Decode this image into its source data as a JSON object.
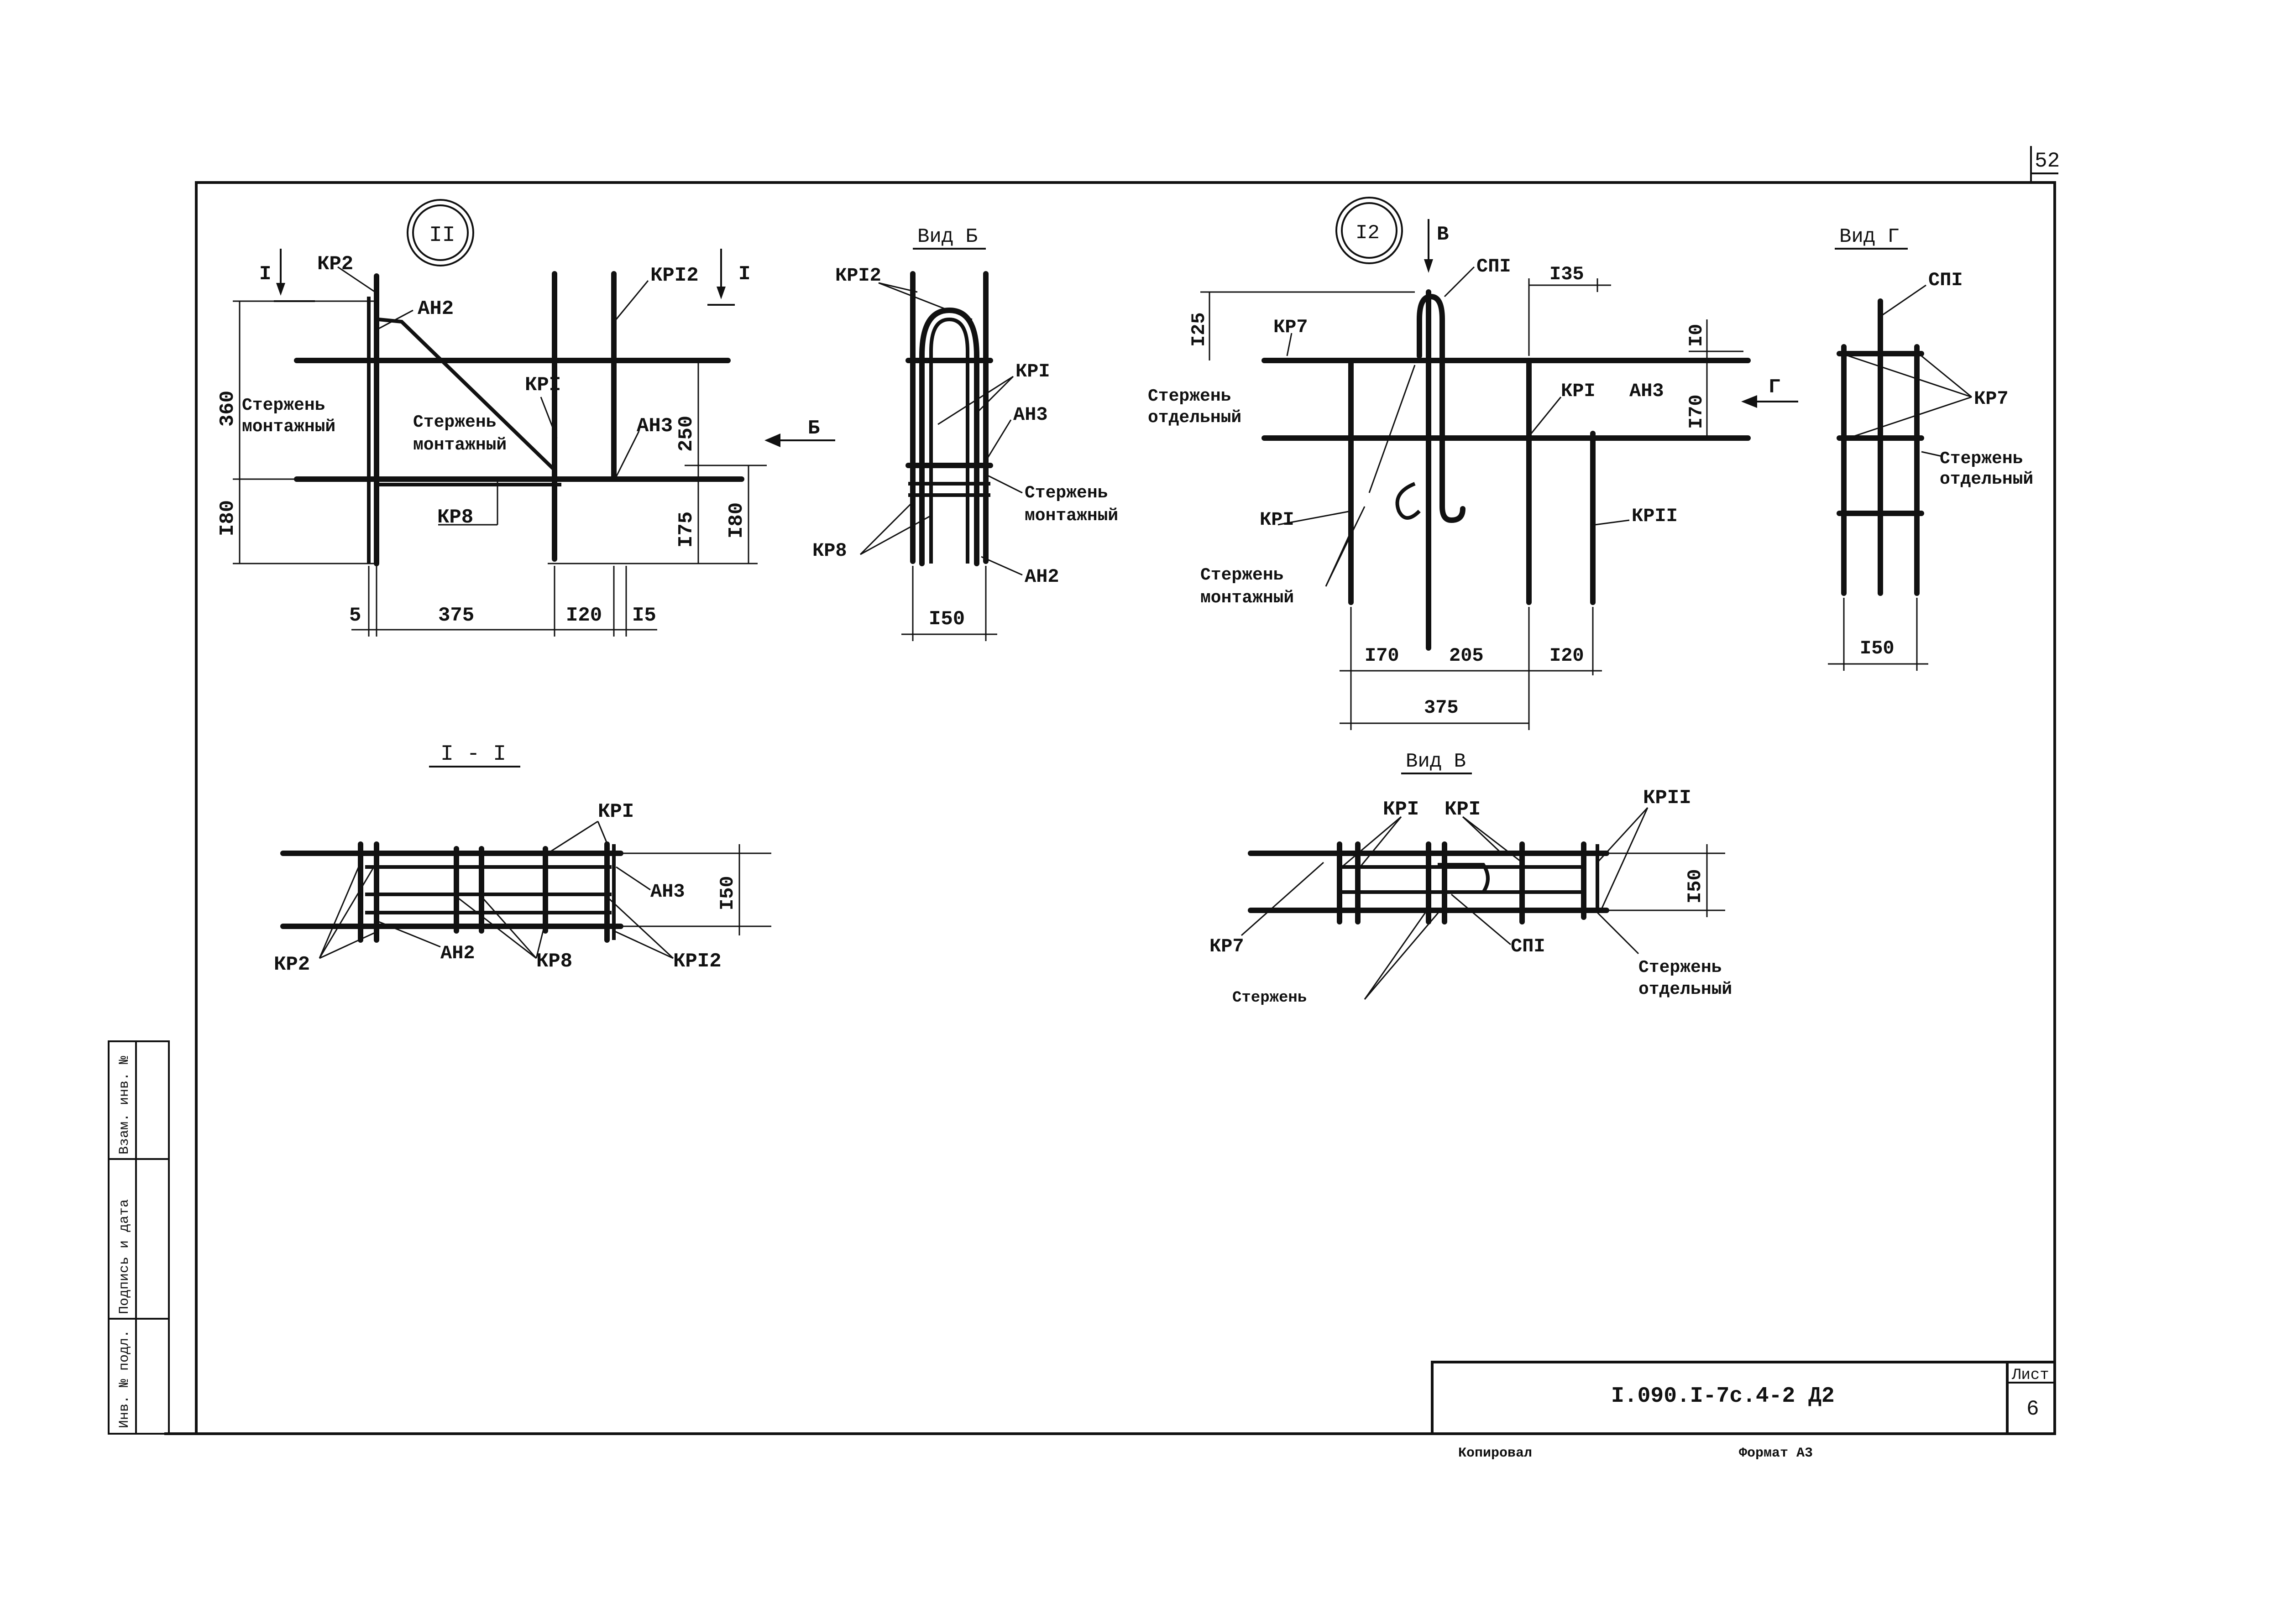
{
  "sheet": {
    "corner_number": "52",
    "stamp": {
      "title": "I.090.I-7с.4-2 Д2",
      "sheet_label": "Лист",
      "sheet_number": "6"
    },
    "footer": {
      "copied": "Копировал",
      "format": "Формат А3"
    },
    "side_stamp": [
      "Инв. № подл.",
      "Подпись и дата",
      "Взам. инв. №"
    ]
  },
  "node11": {
    "circle": "II",
    "section_mark_left": "I",
    "section_mark_right": "I",
    "labels": {
      "kr2": "КР2",
      "an2": "АН2",
      "kr12": "КРI2",
      "kr1": "КРI",
      "an3": "АН3",
      "kr8": "КР8",
      "rod_1": "Стержень",
      "rod_2": "монтажный",
      "stirrup_1": "Стержень",
      "stirrup_2": "монтажный",
      "view_arrow": "Б"
    },
    "dims": {
      "d360": "360",
      "d180": "I80",
      "d250": "250",
      "d175": "I75",
      "d180b": "I80",
      "d5": "5",
      "d375": "375",
      "d120": "I20",
      "d15": "I5"
    }
  },
  "viewB": {
    "title": "Вид Б",
    "labels": {
      "kr12": "КРI2",
      "kr1": "КРI",
      "an3": "АН3",
      "rod_1": "Стержень",
      "rod_2": "монтажный",
      "kr8": "КР8",
      "an2": "АН2"
    },
    "dims": {
      "d150": "I50"
    }
  },
  "node12": {
    "circle": "I2",
    "view_arrow_top": "В",
    "view_arrow_right": "Г",
    "labels": {
      "sp1": "СПI",
      "kr7": "КР7",
      "kr1a": "КРI",
      "an3": "АН3",
      "kr1b": "КРI",
      "kr11": "КРII",
      "rod_sep_1": "Стержень",
      "rod_sep_2": "отдельный",
      "rod_mnt_1": "Стержень",
      "rod_mnt_2": "монтажный"
    },
    "dims": {
      "d135": "I35",
      "d125": "I25",
      "d10": "I0",
      "d170v": "I70",
      "d170": "I70",
      "d205": "205",
      "d120": "I20",
      "d375": "375"
    }
  },
  "viewG": {
    "title": "Вид Г",
    "labels": {
      "sp1": "СПI",
      "kr7": "КР7",
      "rod_1": "Стержень",
      "rod_2": "отдельный"
    },
    "dims": {
      "d150": "I50"
    }
  },
  "section11": {
    "title": "I - I",
    "labels": {
      "kr1": "КРI",
      "an3": "АН3",
      "kr2": "КР2",
      "an2": "АН2",
      "kr8": "КР8",
      "kr12": "КРI2"
    },
    "dims": {
      "d150": "I50"
    }
  },
  "viewV": {
    "title": "Вид В",
    "labels": {
      "kr1a": "КРI",
      "kr1b": "КРI",
      "kr11": "КРII",
      "kr7": "КР7",
      "sp1": "СПI",
      "rod_1": "Стержень",
      "rod_2": "отдельный",
      "rod_cut": "Стержень"
    },
    "dims": {
      "d150": "I50"
    }
  }
}
